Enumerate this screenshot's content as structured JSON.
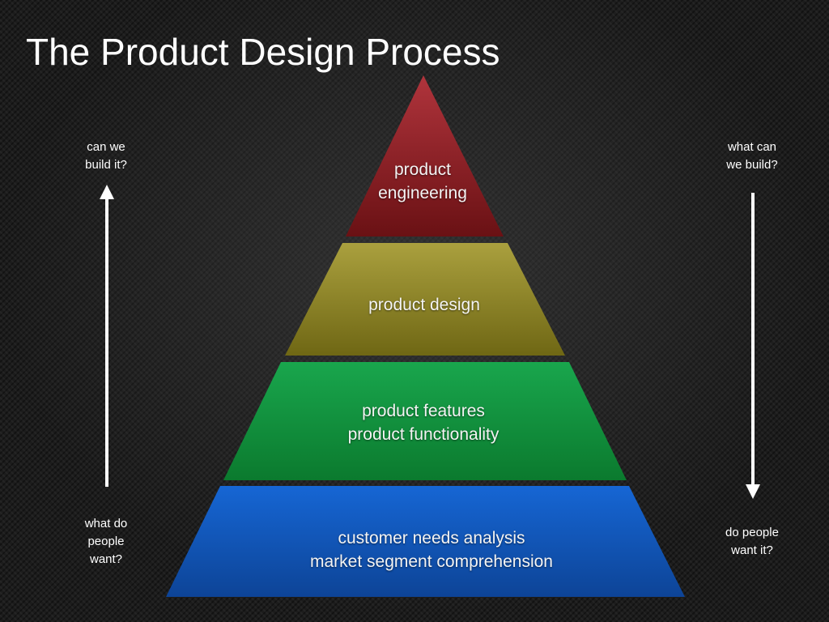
{
  "title": "The Product Design Process",
  "tiers": [
    {
      "lines": [
        "product",
        "engineering"
      ],
      "color_top": "#b0343c",
      "color_bottom": "#6a1114"
    },
    {
      "lines": [
        "product design"
      ],
      "color_top": "#aaa03e",
      "color_bottom": "#6f6714"
    },
    {
      "lines": [
        "product features",
        "product functionality"
      ],
      "color_top": "#19a64d",
      "color_bottom": "#0b7a2e"
    },
    {
      "lines": [
        "customer needs analysis",
        "market segment comprehension"
      ],
      "color_top": "#1666d4",
      "color_bottom": "#0d4497"
    }
  ],
  "left_axis": {
    "top_label": [
      "can we",
      "build it?"
    ],
    "bottom_label": [
      "what do",
      "people",
      "want?"
    ],
    "direction": "up",
    "arrow_color": "#ffffff"
  },
  "right_axis": {
    "top_label": [
      "what can",
      "we build?"
    ],
    "bottom_label": [
      "do people",
      "want it?"
    ],
    "direction": "down",
    "arrow_color": "#ffffff"
  }
}
